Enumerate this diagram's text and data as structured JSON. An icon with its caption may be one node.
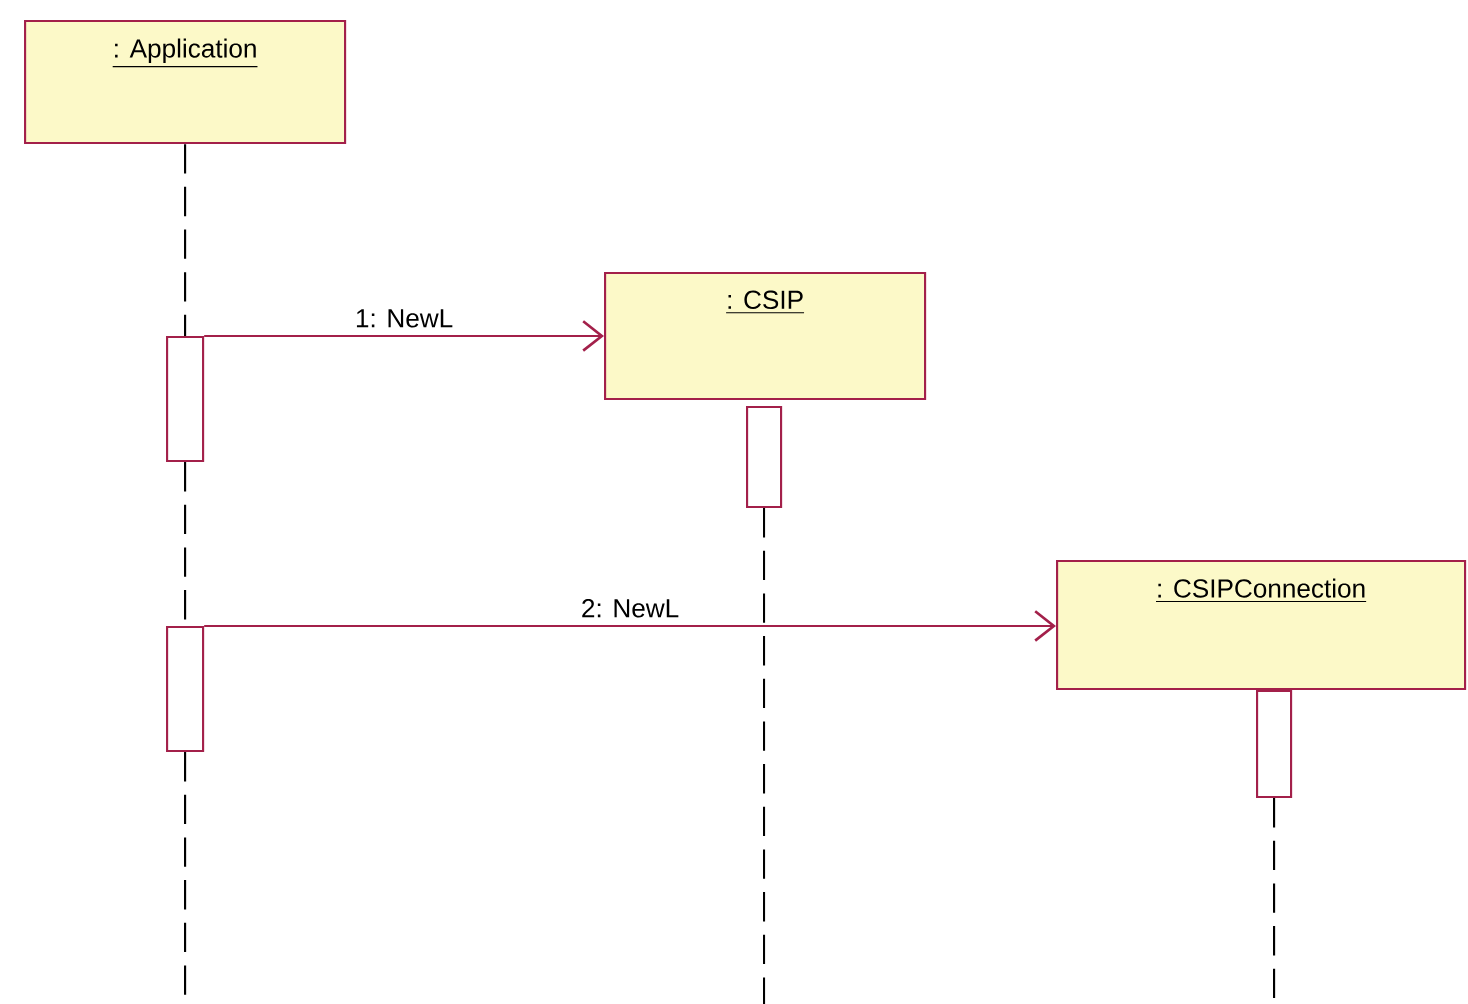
{
  "diagram": {
    "nodes": [
      {
        "text": [
          ": Application"
        ]
      },
      {
        "text": [
          ": CSIP"
        ]
      },
      {
        "text": [
          ": CSIPConnection"
        ]
      },
      {
        "text": [],
        "shape": "bar"
      },
      {
        "text": [],
        "shape": "bar"
      },
      {
        "text": [],
        "shape": "bar"
      },
      {
        "text": [],
        "shape": "bar"
      }
    ],
    "edges": [
      {
        "from": 3,
        "to": 1,
        "arrow": "to",
        "label": "1: NewL",
        "color": "#a3204a"
      },
      {
        "from": 5,
        "to": 2,
        "arrow": "to",
        "label": "2: NewL",
        "color": "#a3204a"
      },
      {
        "from": 0,
        "to": 3,
        "arrow": "none",
        "style": "dashed"
      },
      {
        "from": 3,
        "to": 5,
        "arrow": "none",
        "style": "dashed"
      },
      {
        "from": 5,
        "to": null,
        "arrow": "none",
        "style": "dashed"
      },
      {
        "from": 4,
        "to": null,
        "arrow": "none",
        "style": "dashed"
      },
      {
        "from": 6,
        "to": null,
        "arrow": "none",
        "style": "dashed"
      }
    ]
  }
}
